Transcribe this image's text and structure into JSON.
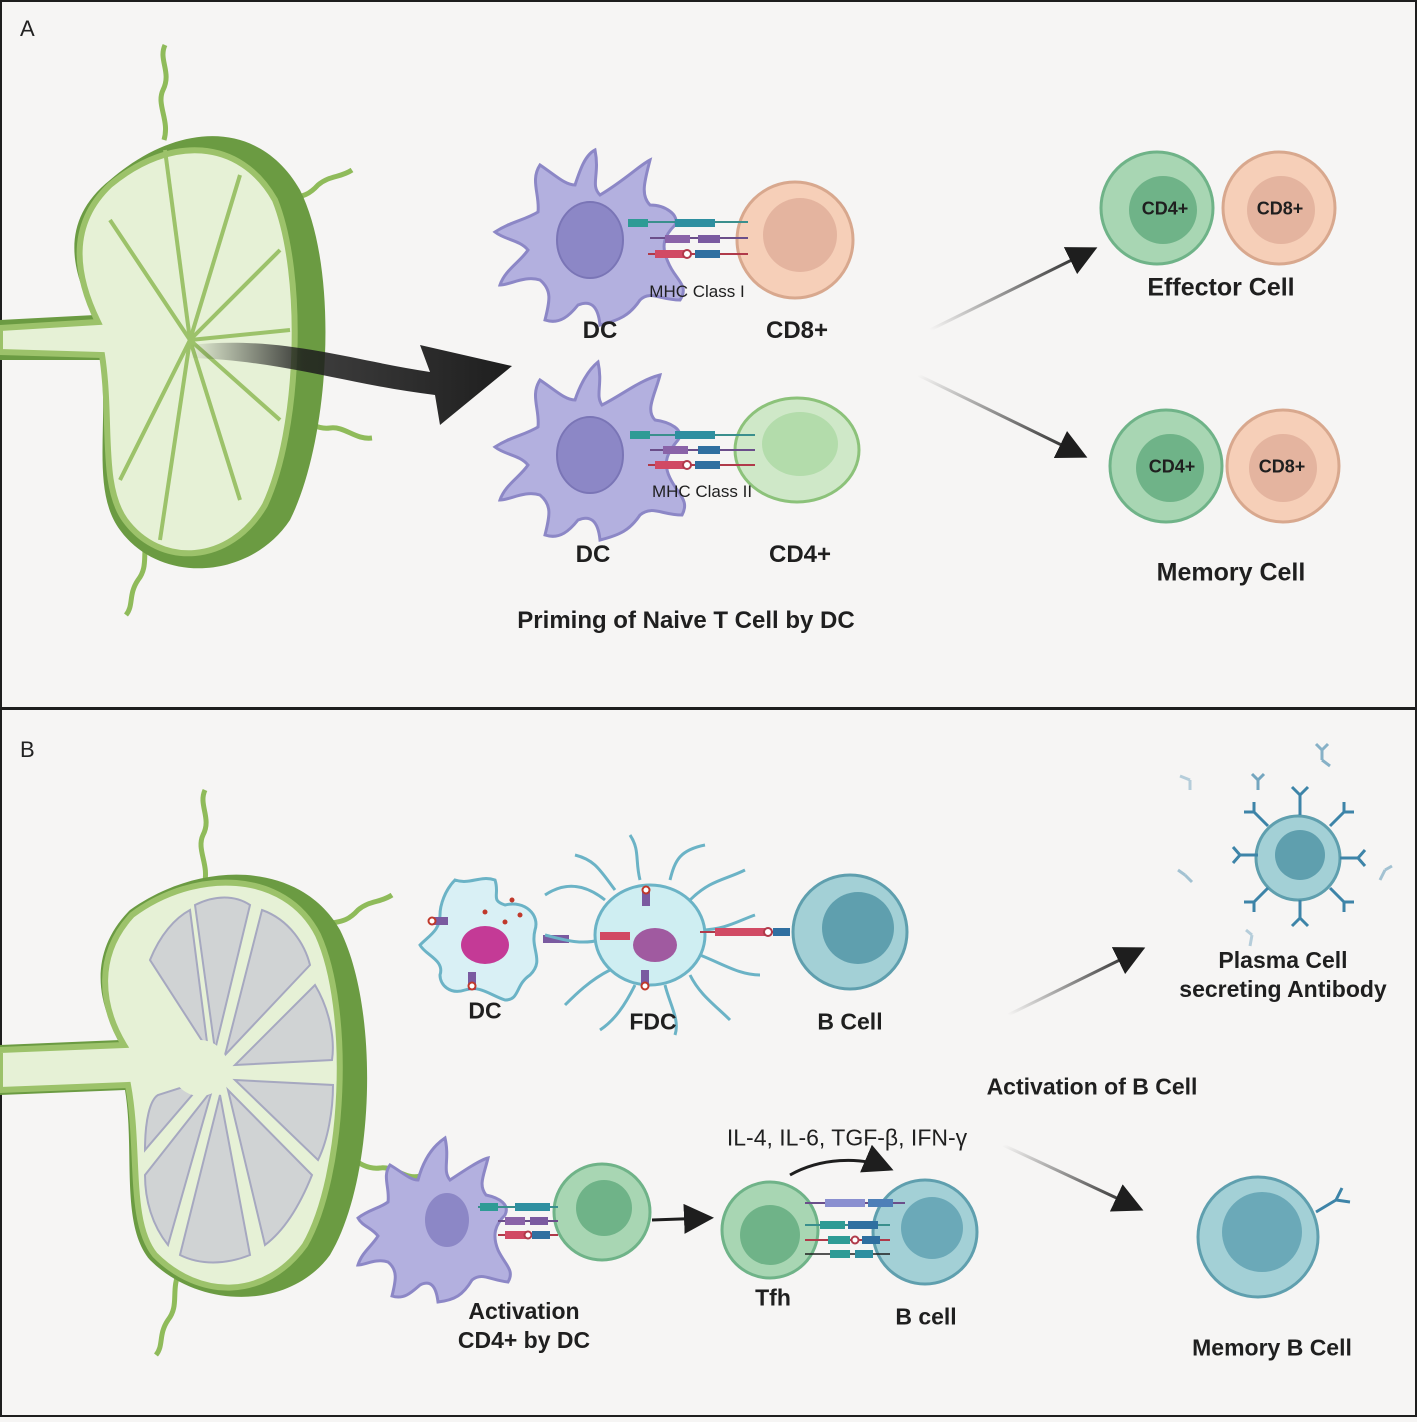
{
  "panel_a": {
    "letter": "A",
    "labels": {
      "dc_top": "DC",
      "cd8_naive": "CD8+",
      "mhc1": "MHC Class I",
      "dc_bottom": "DC",
      "cd4_naive": "CD4+",
      "mhc2": "MHC Class II",
      "effector_cd4": "CD4+",
      "effector_cd8": "CD8+",
      "effector_title": "Effector Cell",
      "memory_cd4": "CD4+",
      "memory_cd8": "CD8+",
      "memory_title": "Memory Cell",
      "caption": "Priming of Naive T Cell by DC"
    }
  },
  "panel_b": {
    "letter": "B",
    "labels": {
      "dc": "DC",
      "fdc": "FDC",
      "b_cell_top": "B Cell",
      "plasma_line1": "Plasma Cell",
      "plasma_line2": "secreting Antibody",
      "activation_b": "Activation of B Cell",
      "cytokines": "IL-4, IL-6, TGF-β, IFN-γ",
      "activation_cd4_line1": "Activation",
      "activation_cd4_line2": "CD4+ by DC",
      "tfh": "Tfh",
      "b_cell_bottom": "B cell",
      "memory_b": "Memory B Cell"
    }
  },
  "colors": {
    "node_outer": "#dfecd0",
    "node_rim": "#5c8a3a",
    "node_rim_light": "#9cc26a",
    "dc_fill": "#b3b0df",
    "dc_nucleus": "#8c87c6",
    "cd8_fill": "#f6cfb8",
    "cd8_nucleus": "#e4b49f",
    "cd4_fill": "#a8d6b3",
    "cd4_nucleus": "#6fb388",
    "b_fill": "#a3d0d6",
    "b_nucleus": "#5f9fae",
    "fdc_fill": "#cfeef2",
    "arrow": "#1e1e1e"
  }
}
